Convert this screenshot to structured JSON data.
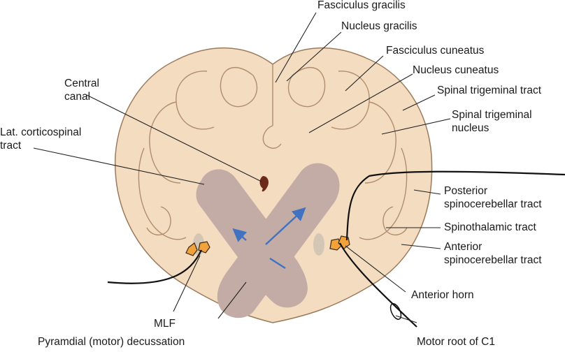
{
  "labels": {
    "fasciculus_gracilis": "Fasciculus gracilis",
    "nucleus_gracilis": "Nucleus gracilis",
    "fasciculus_cuneatus": "Fasciculus cuneatus",
    "nucleus_cuneatus": "Nucleus cuneatus",
    "spinal_trigeminal_tract": "Spinal trigeminal tract",
    "spinal_trigeminal_nucleus": [
      "Spinal trigeminal",
      "nucleus"
    ],
    "central_canal": [
      "Central",
      "canal"
    ],
    "lat_corticospinal_tract": [
      "Lat. corticospinal",
      "tract"
    ],
    "posterior_spinocerebellar_tract": [
      "Posterior",
      "spinocerebellar tract"
    ],
    "spinothalamic_tract": "Spinothalamic tract",
    "anterior_spinocerebellar_tract": [
      "Anterior",
      "spinocerebellar tract"
    ],
    "anterior_horn": "Anterior horn",
    "mlf": "MLF",
    "pyramidal_decussation": "Pyramdial (motor) decussation",
    "motor_root_c1": "Motor root of C1"
  },
  "colors": {
    "section_fill": "#f3dcc0",
    "section_outline": "#9c7a5c",
    "decussation_fill": "#c4aca6",
    "neuron_fill": "#f2a23a",
    "arrow_color": "#3f72c0",
    "leader_line": "#222222",
    "nerve_fiber": "#111111"
  }
}
